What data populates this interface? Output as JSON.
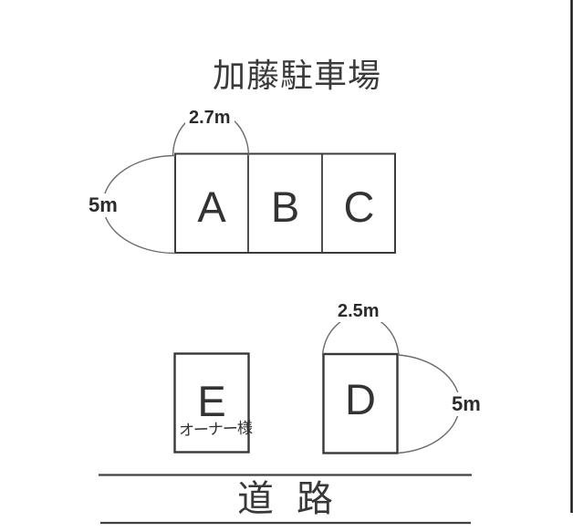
{
  "title": "加藤駐車場",
  "row_abc": {
    "spaces": [
      {
        "label": "A"
      },
      {
        "label": "B"
      },
      {
        "label": "C"
      }
    ],
    "width_label": "2.7m",
    "depth_label": "5m"
  },
  "row_de": {
    "space_e": {
      "label": "E",
      "note": "オーナー様"
    },
    "space_d": {
      "label": "D",
      "width_label": "2.5m",
      "depth_label": "5m"
    }
  },
  "road": {
    "label": "道 路"
  },
  "colors": {
    "background": "#ffffff",
    "ink": "#333333",
    "box_line": "#3c3c3c",
    "arc_line": "#6b6b6b",
    "scan_edge": "#1a1a1a"
  }
}
